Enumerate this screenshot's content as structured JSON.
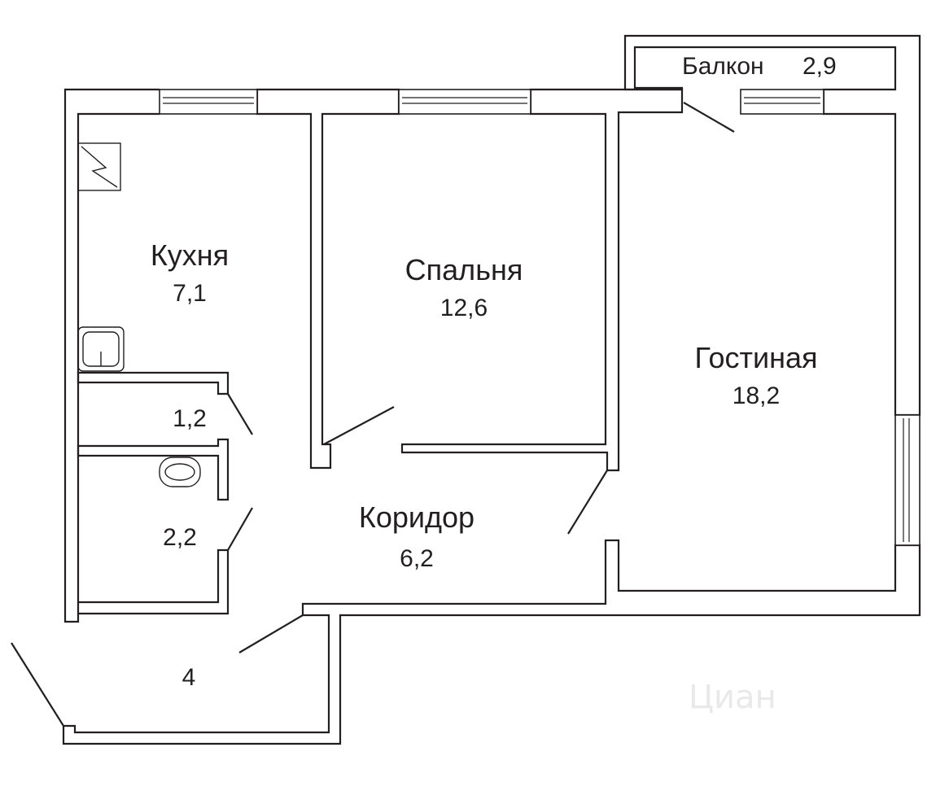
{
  "rooms": {
    "kitchen": {
      "name": "Кухня",
      "area": "7,1"
    },
    "bedroom": {
      "name": "Спальня",
      "area": "12,6"
    },
    "living": {
      "name": "Гостиная",
      "area": "18,2"
    },
    "corridor": {
      "name": "Коридор",
      "area": "6,2"
    },
    "balcony": {
      "name": "Балкон",
      "area": "2,9"
    },
    "toilet": {
      "area": "1,2"
    },
    "bathroom": {
      "area": "2,2"
    },
    "hall": {
      "area": "4"
    }
  },
  "colors": {
    "wall": "#231f20",
    "background": "#ffffff"
  },
  "icons": [
    "stove-icon",
    "sink-icon",
    "toilet-icon"
  ]
}
